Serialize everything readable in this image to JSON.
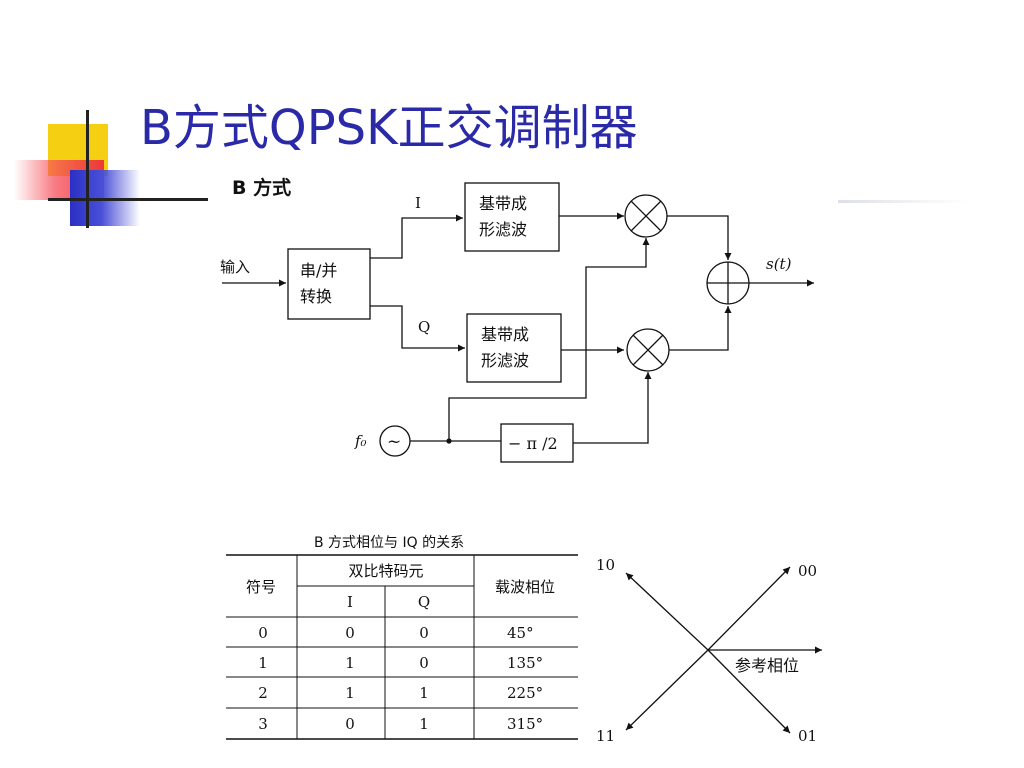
{
  "slide": {
    "title": "B方式QPSK正交调制器"
  },
  "block_diagram": {
    "heading": "B 方式",
    "input_label": "输入",
    "sp_converter": [
      "串/并",
      "转换"
    ],
    "i_label": "I",
    "q_label": "Q",
    "filter_top": [
      "基带成",
      "形滤波"
    ],
    "filter_bottom": [
      "基带成",
      "形滤波"
    ],
    "osc_label": "f₀",
    "osc_symbol": "~",
    "phase_shift": "− π /2",
    "output_label": "s(t)"
  },
  "phase_table": {
    "caption": "B 方式相位与 IQ 的关系",
    "header_symbol": "符号",
    "header_dibit": "双比特码元",
    "header_i": "I",
    "header_q": "Q",
    "header_phase": "载波相位",
    "rows": [
      [
        "0",
        "0",
        "0",
        "45°"
      ],
      [
        "1",
        "1",
        "0",
        "135°"
      ],
      [
        "2",
        "1",
        "1",
        "225°"
      ],
      [
        "3",
        "0",
        "1",
        "315°"
      ]
    ]
  },
  "constellation": {
    "label_tl": "10",
    "label_tr": "00",
    "label_bl": "11",
    "label_br": "01",
    "reference_label": "参考相位"
  }
}
